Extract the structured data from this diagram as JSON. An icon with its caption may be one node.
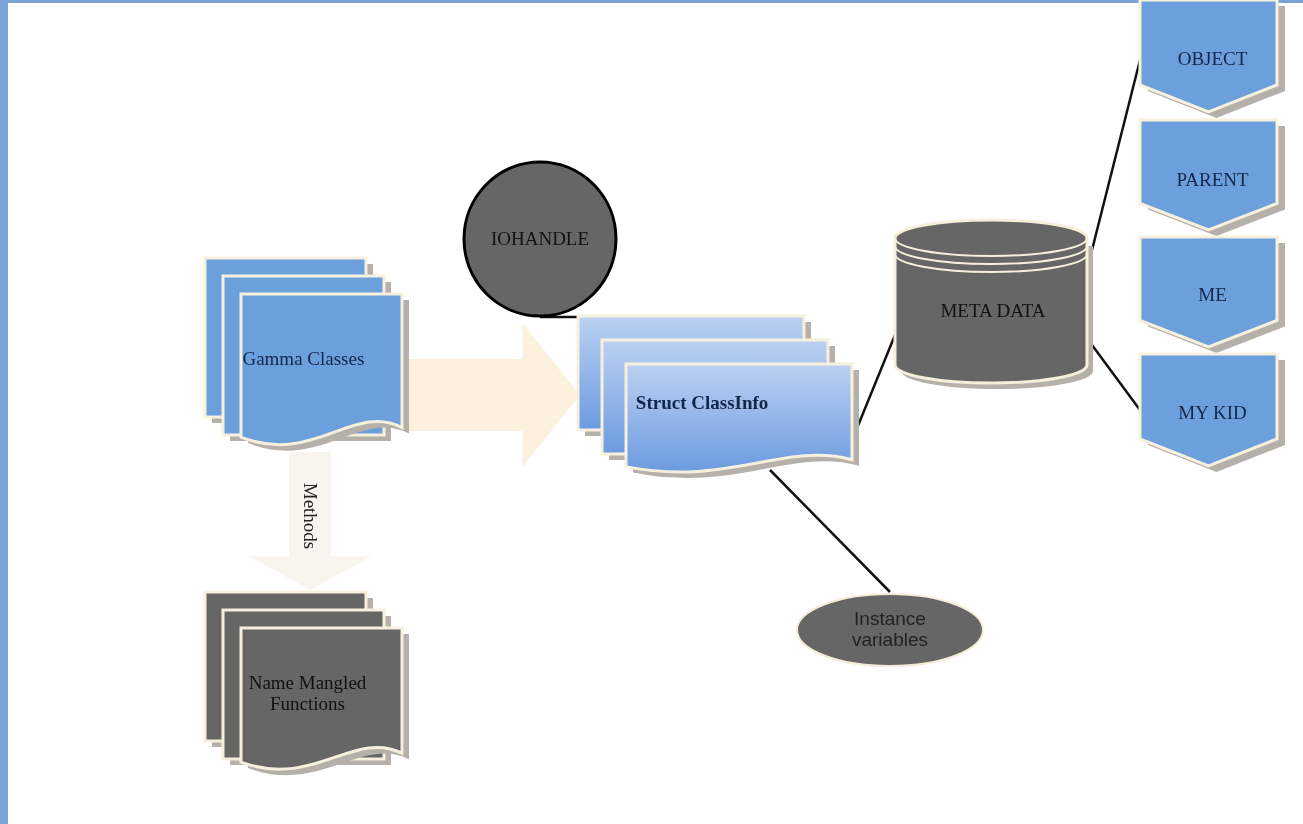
{
  "diagram": {
    "nodes": [
      {
        "text": [
          "Gamma Classes"
        ]
      },
      {
        "text": [
          "Name Mangled Functions"
        ]
      },
      {
        "text": [
          "IOHANDLE"
        ]
      },
      {
        "text": [
          "Struct ClassInfo"
        ]
      },
      {
        "text": [
          "META DATA"
        ]
      },
      {
        "text": [
          "Instance variables"
        ]
      },
      {
        "text": [
          "OBJECT"
        ]
      },
      {
        "text": [
          "PARENT"
        ]
      },
      {
        "text": [
          "ME"
        ]
      },
      {
        "text": [
          "MY KID"
        ]
      }
    ],
    "edges": [
      {
        "from": 0,
        "to": 3,
        "arrow": "to",
        "style": "thick",
        "color": "#fcf1de"
      },
      {
        "from": 0,
        "to": 1,
        "arrow": "to",
        "label": "Methods",
        "style": "thick",
        "color": "#f8f4ee"
      },
      {
        "from": 2,
        "to": 3,
        "arrow": "none"
      },
      {
        "from": 3,
        "to": 4,
        "arrow": "none"
      },
      {
        "from": 3,
        "to": 5,
        "arrow": "none"
      },
      {
        "from": 4,
        "to": 6,
        "arrow": "none"
      },
      {
        "from": 4,
        "to": 9,
        "arrow": "none"
      }
    ]
  }
}
